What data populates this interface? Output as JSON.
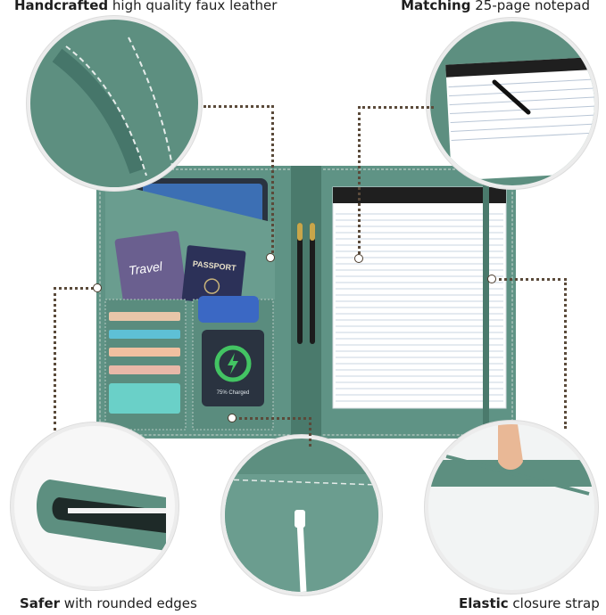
{
  "captions": {
    "top_left": {
      "bold": "Handcrafted",
      "rest": " high quality faux leather"
    },
    "top_right": {
      "bold": "Matching",
      "rest": " 25-page notepad"
    },
    "bottom_left": {
      "bold": "Safer",
      "rest": " with rounded edges"
    },
    "bottom_right": {
      "bold": "Elastic",
      "rest": " closure strap"
    }
  },
  "items": {
    "passport_label": "PASSPORT",
    "travel_label": "Travel",
    "charging_label": "75% Charged"
  },
  "colors": {
    "leather": "#5f9385",
    "leather_dark": "#4a7a6c",
    "stitch": "#cfd9d4",
    "tablet": "#2a3340",
    "passport": "#2c3158",
    "travel_card": "#6a5f8f",
    "pen": "#1c1c1c",
    "pen_gold": "#c8a64a",
    "paper": "#ffffff",
    "paper_line": "#b9c6d6",
    "charge_ring": "#43c463"
  }
}
